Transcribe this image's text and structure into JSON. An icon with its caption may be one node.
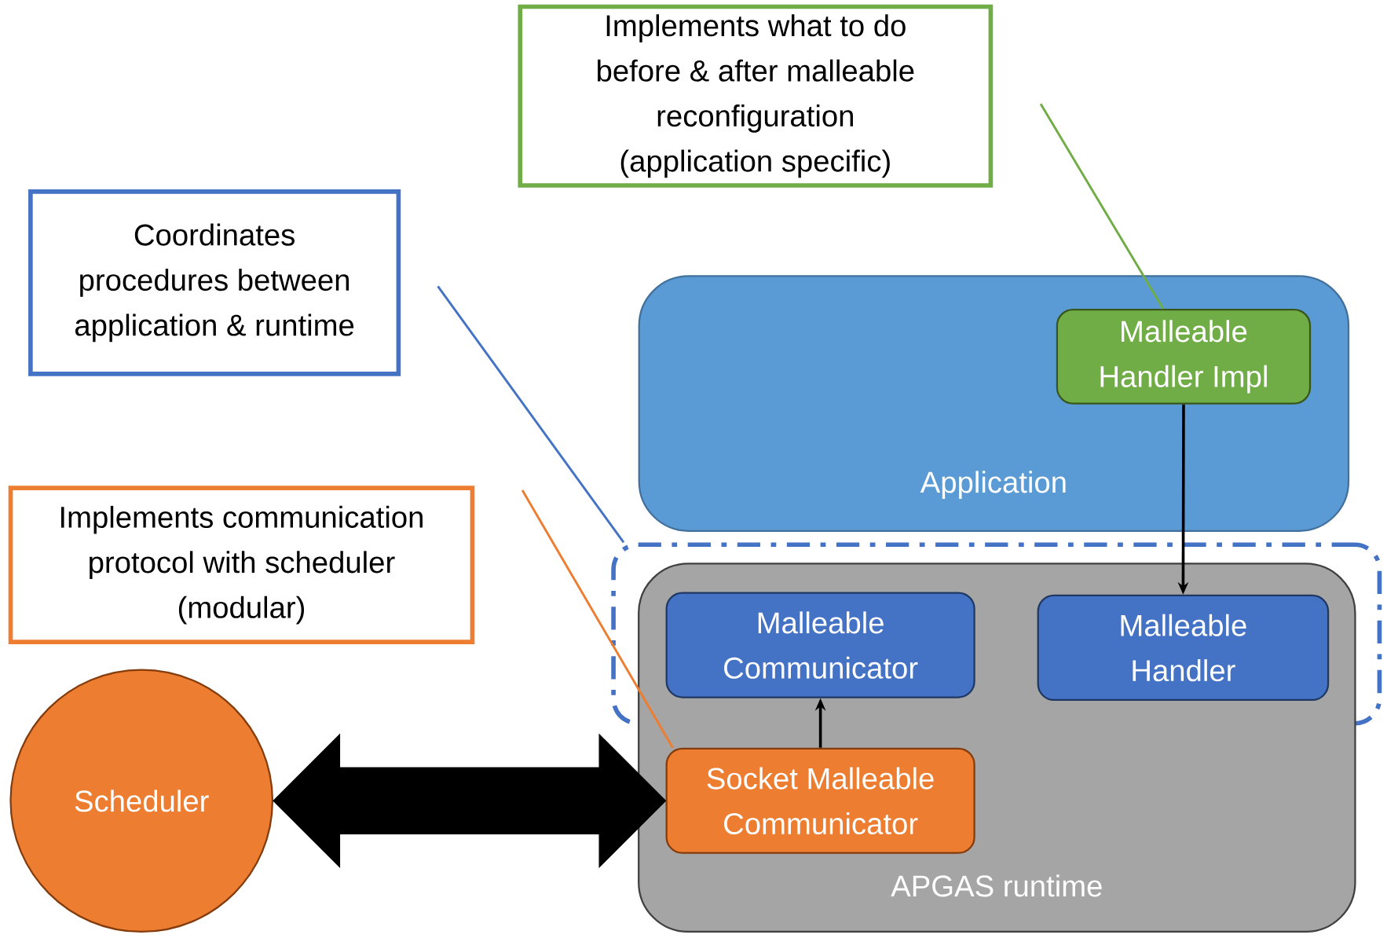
{
  "diagram": {
    "nodes": [
      {
        "text": [
          "Implements what to do before & after malleable reconfiguration (application specific)"
        ]
      },
      {
        "text": [
          "Coordinates procedures between application & runtime"
        ]
      },
      {
        "text": [
          "Application"
        ]
      },
      {
        "text": [
          "Malleable Handler Impl"
        ],
        "in": 2
      },
      {
        "text": [
          "Implements communication protocol with scheduler (modular)"
        ]
      },
      {
        "text": [],
        "shape": "box"
      },
      {
        "text": [
          "APGAS runtime"
        ]
      },
      {
        "text": [
          "Malleable Communicator"
        ],
        "in": 5
      },
      {
        "text": [
          "Malleable Handler"
        ],
        "in": 5
      },
      {
        "text": [
          "Socket Malleable Communicator"
        ],
        "in": 6
      },
      {
        "text": [
          "Scheduler"
        ]
      }
    ],
    "edges": [
      {
        "from": 3,
        "to": 8,
        "arrow": "to"
      },
      {
        "from": 9,
        "to": 7,
        "arrow": "to"
      },
      {
        "from": 10,
        "to": 9,
        "arrow": "both",
        "style": "thick"
      },
      {
        "from": 0,
        "to": 3,
        "arrow": "none",
        "color": "#70ad47"
      },
      {
        "from": 1,
        "to": 5,
        "arrow": "none",
        "color": "#4472c4"
      },
      {
        "from": 4,
        "to": 9,
        "arrow": "none",
        "color": "#ed7d31"
      }
    ]
  }
}
